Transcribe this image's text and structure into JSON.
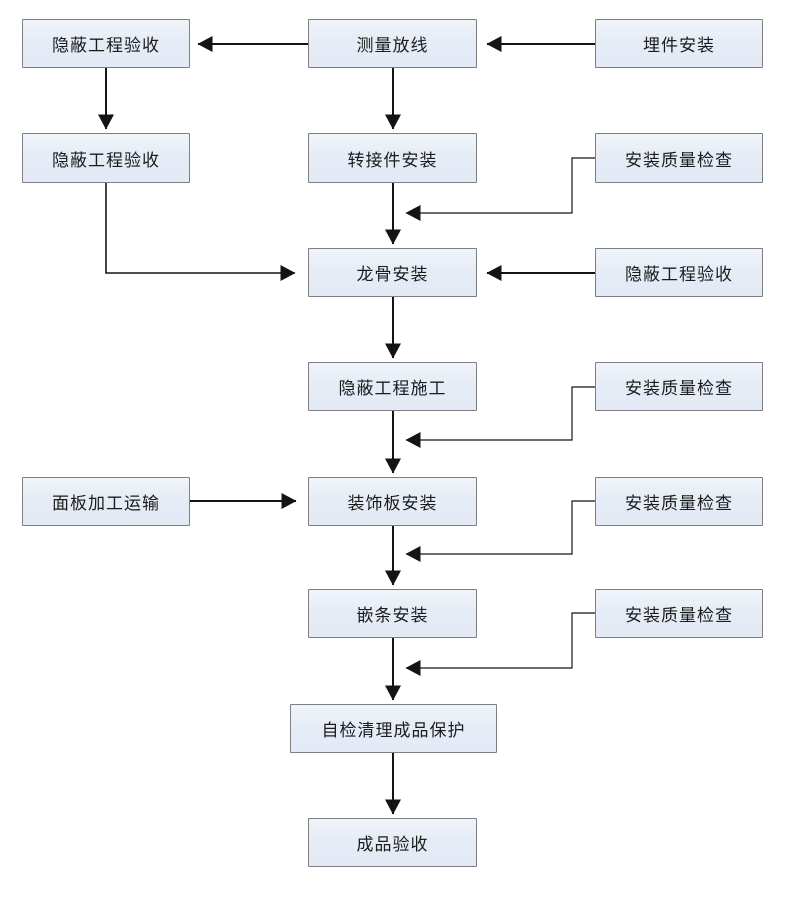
{
  "diagram": {
    "type": "flowchart",
    "background_color": "#ffffff",
    "node_fill_color": "#e7edf6",
    "node_border_color": "#7d7f84",
    "arrow_color": "#141414",
    "nodes": [
      {
        "label": "隐蔽工程验收"
      },
      {
        "label": "测量放线"
      },
      {
        "label": "埋件安装"
      },
      {
        "label": "隐蔽工程验收"
      },
      {
        "label": "转接件安装"
      },
      {
        "label": "安装质量检查"
      },
      {
        "label": "龙骨安装"
      },
      {
        "label": "隐蔽工程验收"
      },
      {
        "label": "隐蔽工程施工"
      },
      {
        "label": "安装质量检查"
      },
      {
        "label": "面板加工运输"
      },
      {
        "label": "装饰板安装"
      },
      {
        "label": "安装质量检查"
      },
      {
        "label": "嵌条安装"
      },
      {
        "label": "安装质量检查"
      },
      {
        "label": "自检清理成品保护"
      },
      {
        "label": "成品验收"
      }
    ],
    "edges": [
      {
        "from": "埋件安装",
        "to": "测量放线"
      },
      {
        "from": "测量放线",
        "to": "隐蔽工程验收(顶部左)"
      },
      {
        "from": "隐蔽工程验收(顶部左)",
        "to": "隐蔽工程验收(左二)"
      },
      {
        "from": "测量放线",
        "to": "转接件安装"
      },
      {
        "from": "转接件安装",
        "to": "龙骨安装"
      },
      {
        "from": "安装质量检查(行2)",
        "to": "转接件安装→龙骨安装连线"
      },
      {
        "from": "隐蔽工程验收(左二)",
        "to": "龙骨安装"
      },
      {
        "from": "隐蔽工程验收(行3右)",
        "to": "龙骨安装"
      },
      {
        "from": "龙骨安装",
        "to": "隐蔽工程施工"
      },
      {
        "from": "隐蔽工程施工",
        "to": "装饰板安装"
      },
      {
        "from": "安装质量检查(行4)",
        "to": "隐蔽工程施工→装饰板安装连线"
      },
      {
        "from": "面板加工运输",
        "to": "装饰板安装"
      },
      {
        "from": "装饰板安装",
        "to": "嵌条安装"
      },
      {
        "from": "安装质量检查(行5)",
        "to": "装饰板安装→嵌条安装连线"
      },
      {
        "from": "嵌条安装",
        "to": "自检清理成品保护"
      },
      {
        "from": "安装质量检查(行6)",
        "to": "嵌条安装→自检清理成品保护连线"
      },
      {
        "from": "自检清理成品保护",
        "to": "成品验收"
      }
    ]
  }
}
